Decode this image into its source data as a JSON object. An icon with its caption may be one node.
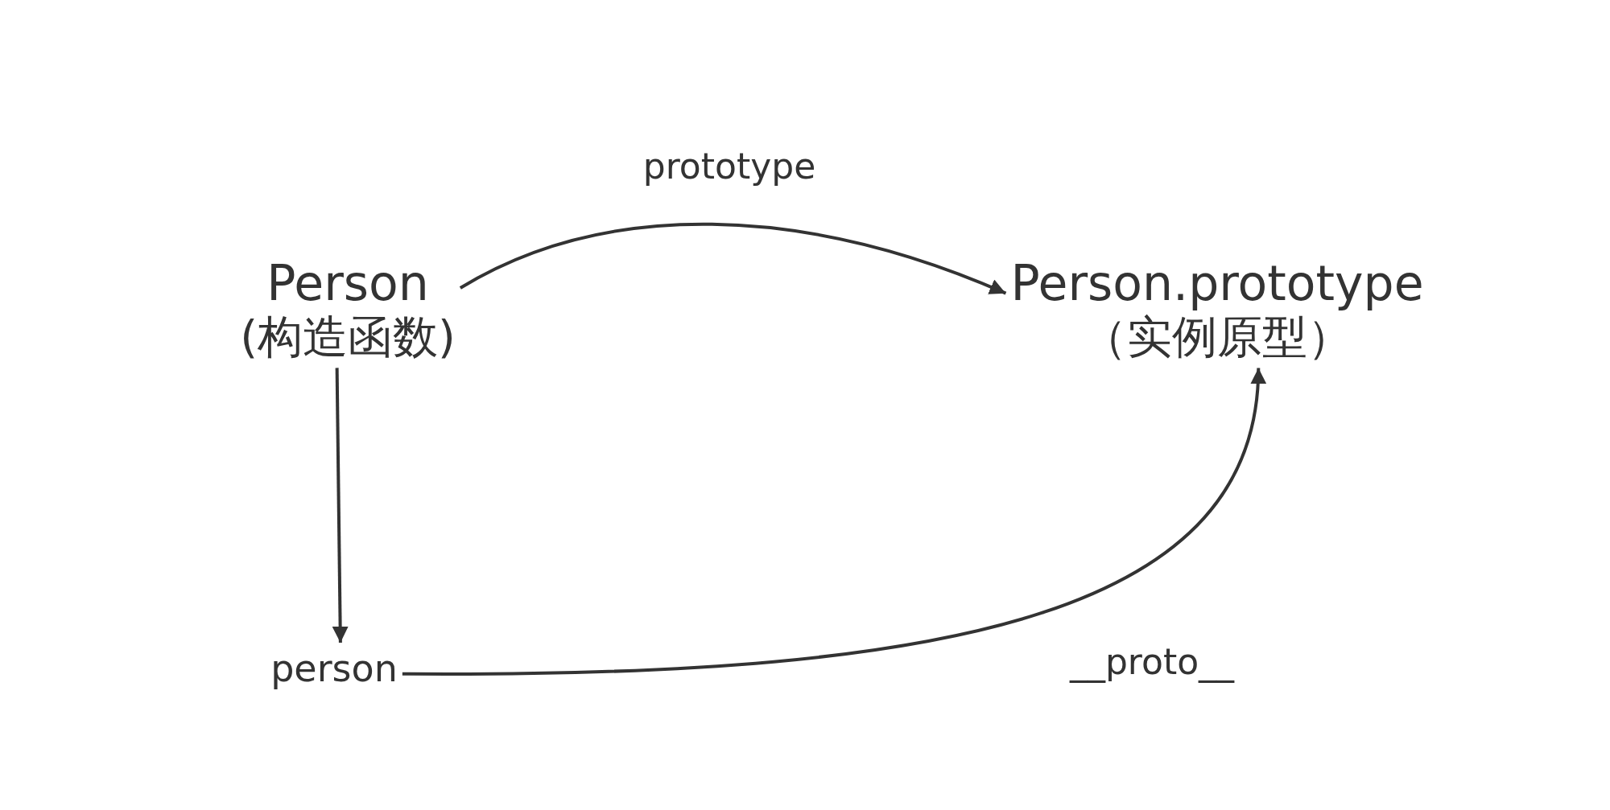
{
  "diagram": {
    "nodes": [
      {
        "text": [
          "Person",
          "(构造函数)"
        ]
      },
      {
        "text": [
          "Person.prototype",
          "（实例原型）"
        ]
      },
      {
        "text": [
          "person"
        ]
      }
    ],
    "edges": [
      {
        "from": 0,
        "to": 1,
        "arrow": "to",
        "label": "prototype"
      },
      {
        "from": 0,
        "to": 2,
        "arrow": "to"
      },
      {
        "from": 2,
        "to": 1,
        "arrow": "to",
        "label": "__proto__"
      }
    ]
  }
}
